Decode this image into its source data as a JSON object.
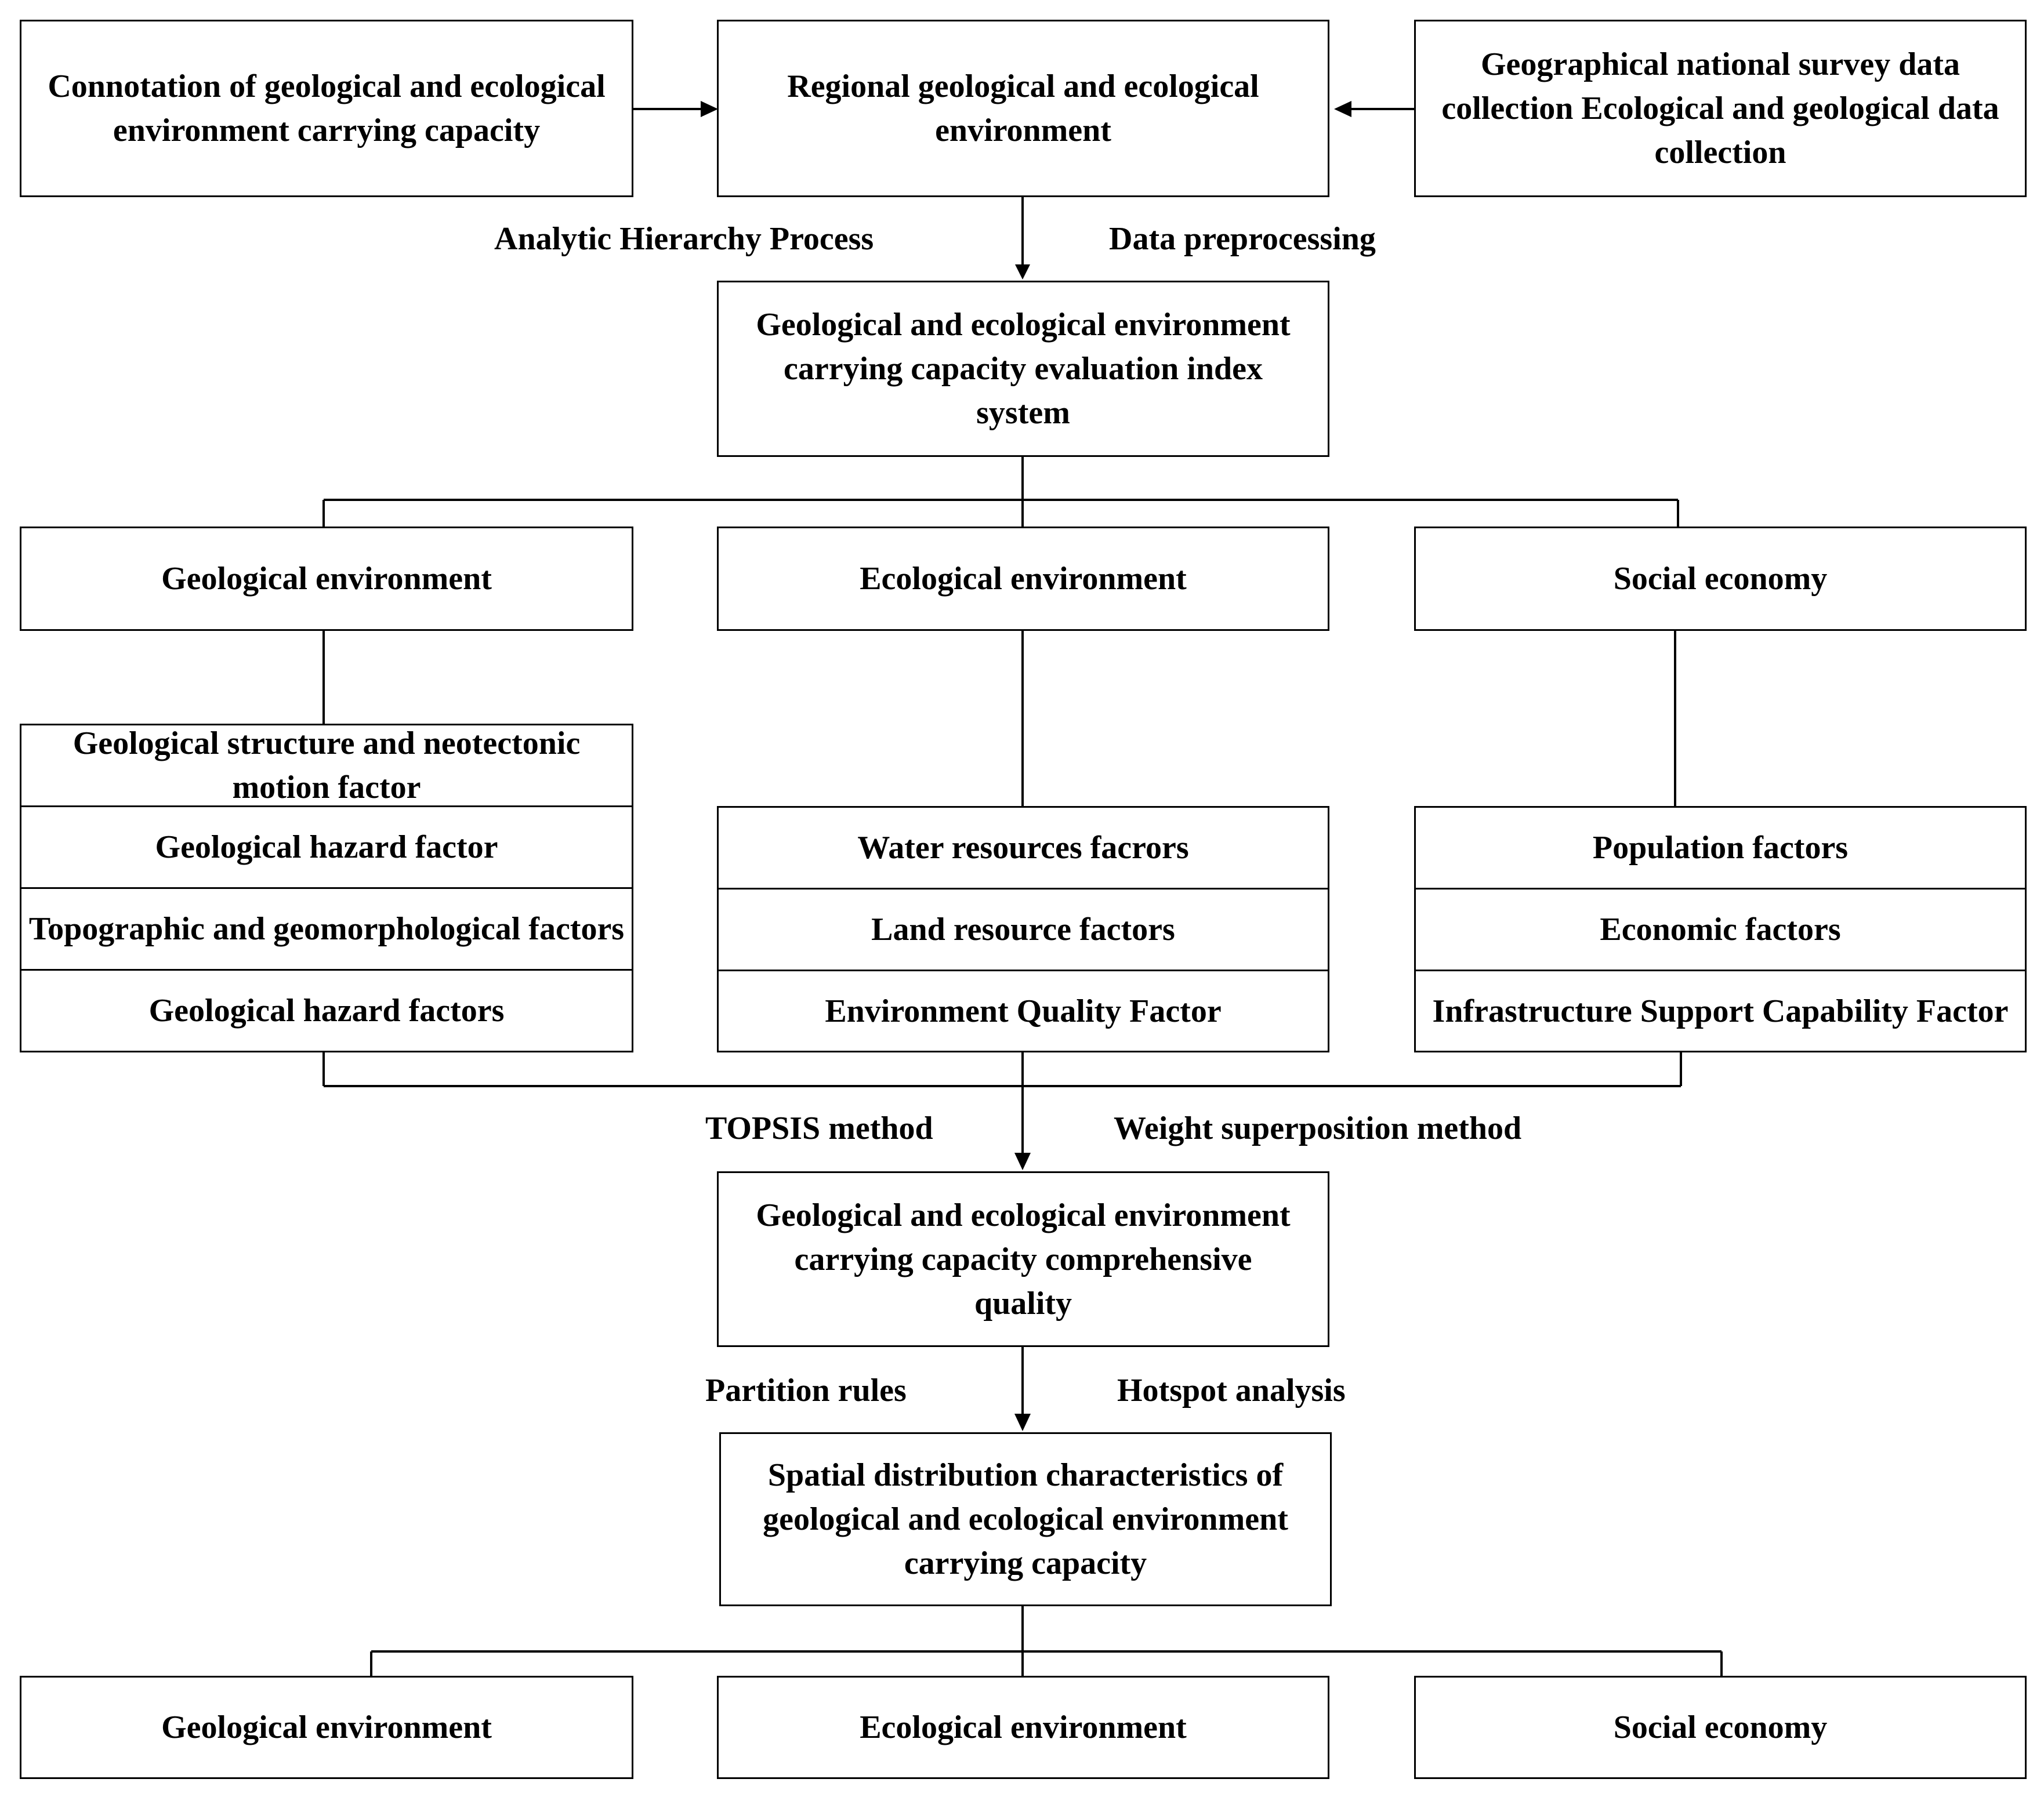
{
  "top": {
    "connotation": "Connotation of geological and ecological environment carrying capacity",
    "regional": "Regional geological and ecological environment",
    "data_collection": "Geographical national survey data collection Ecological and geological data collection"
  },
  "methods_1": {
    "left": "Analytic Hierarchy Process",
    "right": "Data preprocessing"
  },
  "index_system": "Geological and ecological environment carrying capacity evaluation index system",
  "categories": {
    "geological": "Geological environment",
    "ecological": "Ecological environment",
    "social": "Social economy"
  },
  "geological_factors": [
    "Geological  structure and neotectonic motion factor",
    "Geological hazard factor",
    "Topographic and geomorphological factors",
    "Geological hazard factors"
  ],
  "ecological_factors": [
    "Water resources facrors",
    "Land resource factors",
    "Environment Quality Factor"
  ],
  "social_factors": [
    "Population factors",
    "Economic factors",
    "Infrastructure Support Capability Factor"
  ],
  "methods_2": {
    "left": "TOPSIS method",
    "right": "Weight superposition method"
  },
  "comprehensive": "Geological and ecological environment carrying capacity comprehensive quality",
  "methods_3": {
    "left": "Partition rules",
    "right": "Hotspot analysis"
  },
  "spatial": "Spatial distribution characteristics of geological and ecological environment carrying capacity",
  "outcomes": {
    "geological": "Geological environment",
    "ecological": "Ecological environment",
    "social": "Social economy"
  }
}
